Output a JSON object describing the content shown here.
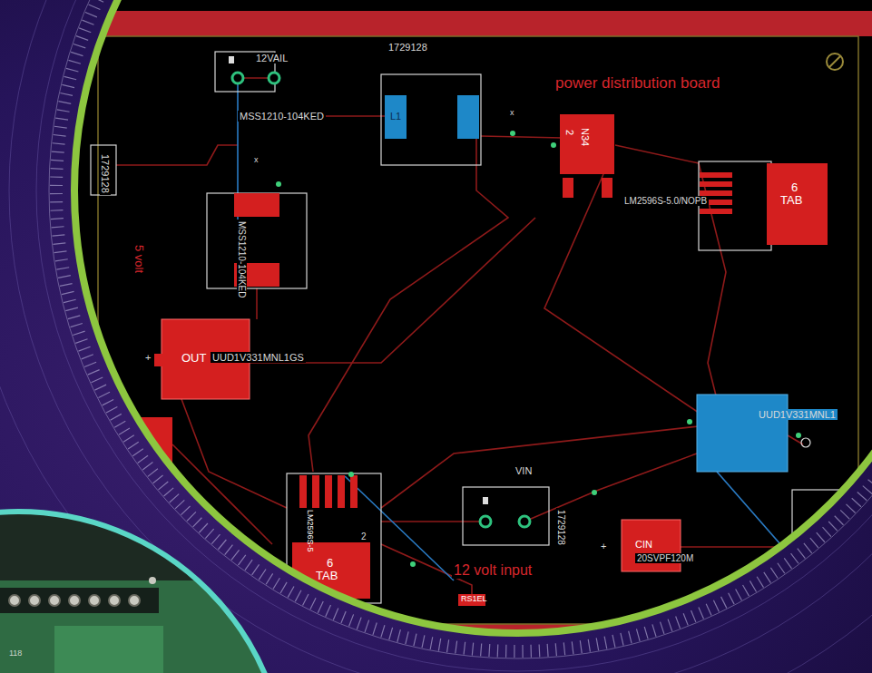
{
  "diagram": {
    "title": "power distribution board",
    "labels": [
      "12VAIL",
      "1729128",
      "MSS1210-104KED",
      "L1",
      "x",
      "2",
      "N34",
      "LM2596S-5.0/NOPB",
      "6",
      "TAB",
      "1729128",
      "x",
      "MSS1210-104KED",
      "5 volt",
      "+",
      "OUT",
      "UUD1V331MNL1GS",
      "UUD1V331MNL1",
      "LM2596S-5",
      "2",
      "6",
      "TAB",
      "VIN",
      "1729128",
      "12 volt input",
      "+",
      "CIN",
      "20SVPF120M",
      "RS1EL",
      "118"
    ]
  }
}
